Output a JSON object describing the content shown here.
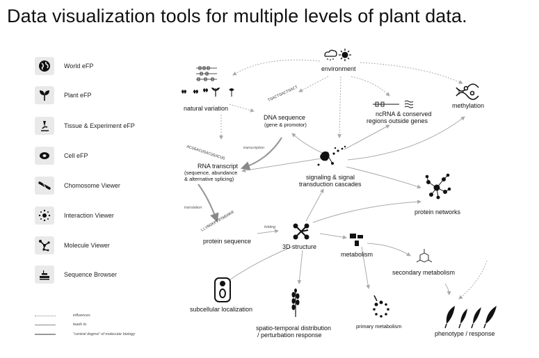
{
  "title": "Data visualization tools for multiple levels of plant data.",
  "tools": [
    {
      "label": "World eFP",
      "icon": "globe-icon"
    },
    {
      "label": "Plant eFP",
      "icon": "plant-icon"
    },
    {
      "label": "Tissue & Experiment eFP",
      "icon": "microscope-icon"
    },
    {
      "label": "Cell eFP",
      "icon": "cell-icon"
    },
    {
      "label": "Chomosome Viewer",
      "icon": "chromosome-icon"
    },
    {
      "label": "Interaction Viewer",
      "icon": "interaction-icon"
    },
    {
      "label": "Molecule Viewer",
      "icon": "molecule-icon"
    },
    {
      "label": "Sequence Browser",
      "icon": "sequence-browser-icon"
    }
  ],
  "key": {
    "influences": "influences",
    "leads_to": "leads to",
    "central_dogma": "\"central dogma\" of molecular biology"
  },
  "nodes": {
    "environment": "environment",
    "natural_variation": "natural variation",
    "dna_sequence": "DNA sequence",
    "dna_sub": "(gene & promotor)",
    "ncrna": "ncRNA & conserved",
    "ncrna2": "regions outside genes",
    "methylation": "methylation",
    "rna_transcript": "RNA transcript",
    "rna_sub1": "(sequence, abundance",
    "rna_sub2": "& alternative splicing)",
    "signaling": "signaling & signal",
    "signaling2": "transduction cascades",
    "protein_networks": "protein networks",
    "protein_sequence": "protein sequence",
    "structure_3d": "3D structure",
    "metabolism": "metabolism",
    "secondary_metabolism": "secondary metabolism",
    "subcellular": "subcellular localization",
    "spatio": "spatio-temporal distribution",
    "spatio2": "/ perturbation response",
    "primary_metabolism": "primary metabolism",
    "phenotype": "phenotype / response"
  },
  "edge_labels": {
    "transcription": "transcription",
    "translation": "translation",
    "folding": "folding"
  },
  "sequence_text": {
    "rna": "ACUGACUGACUGACUG",
    "dna": "TGACTGACTGACT",
    "protein": "LLVNGKPTRYWGHKR"
  }
}
